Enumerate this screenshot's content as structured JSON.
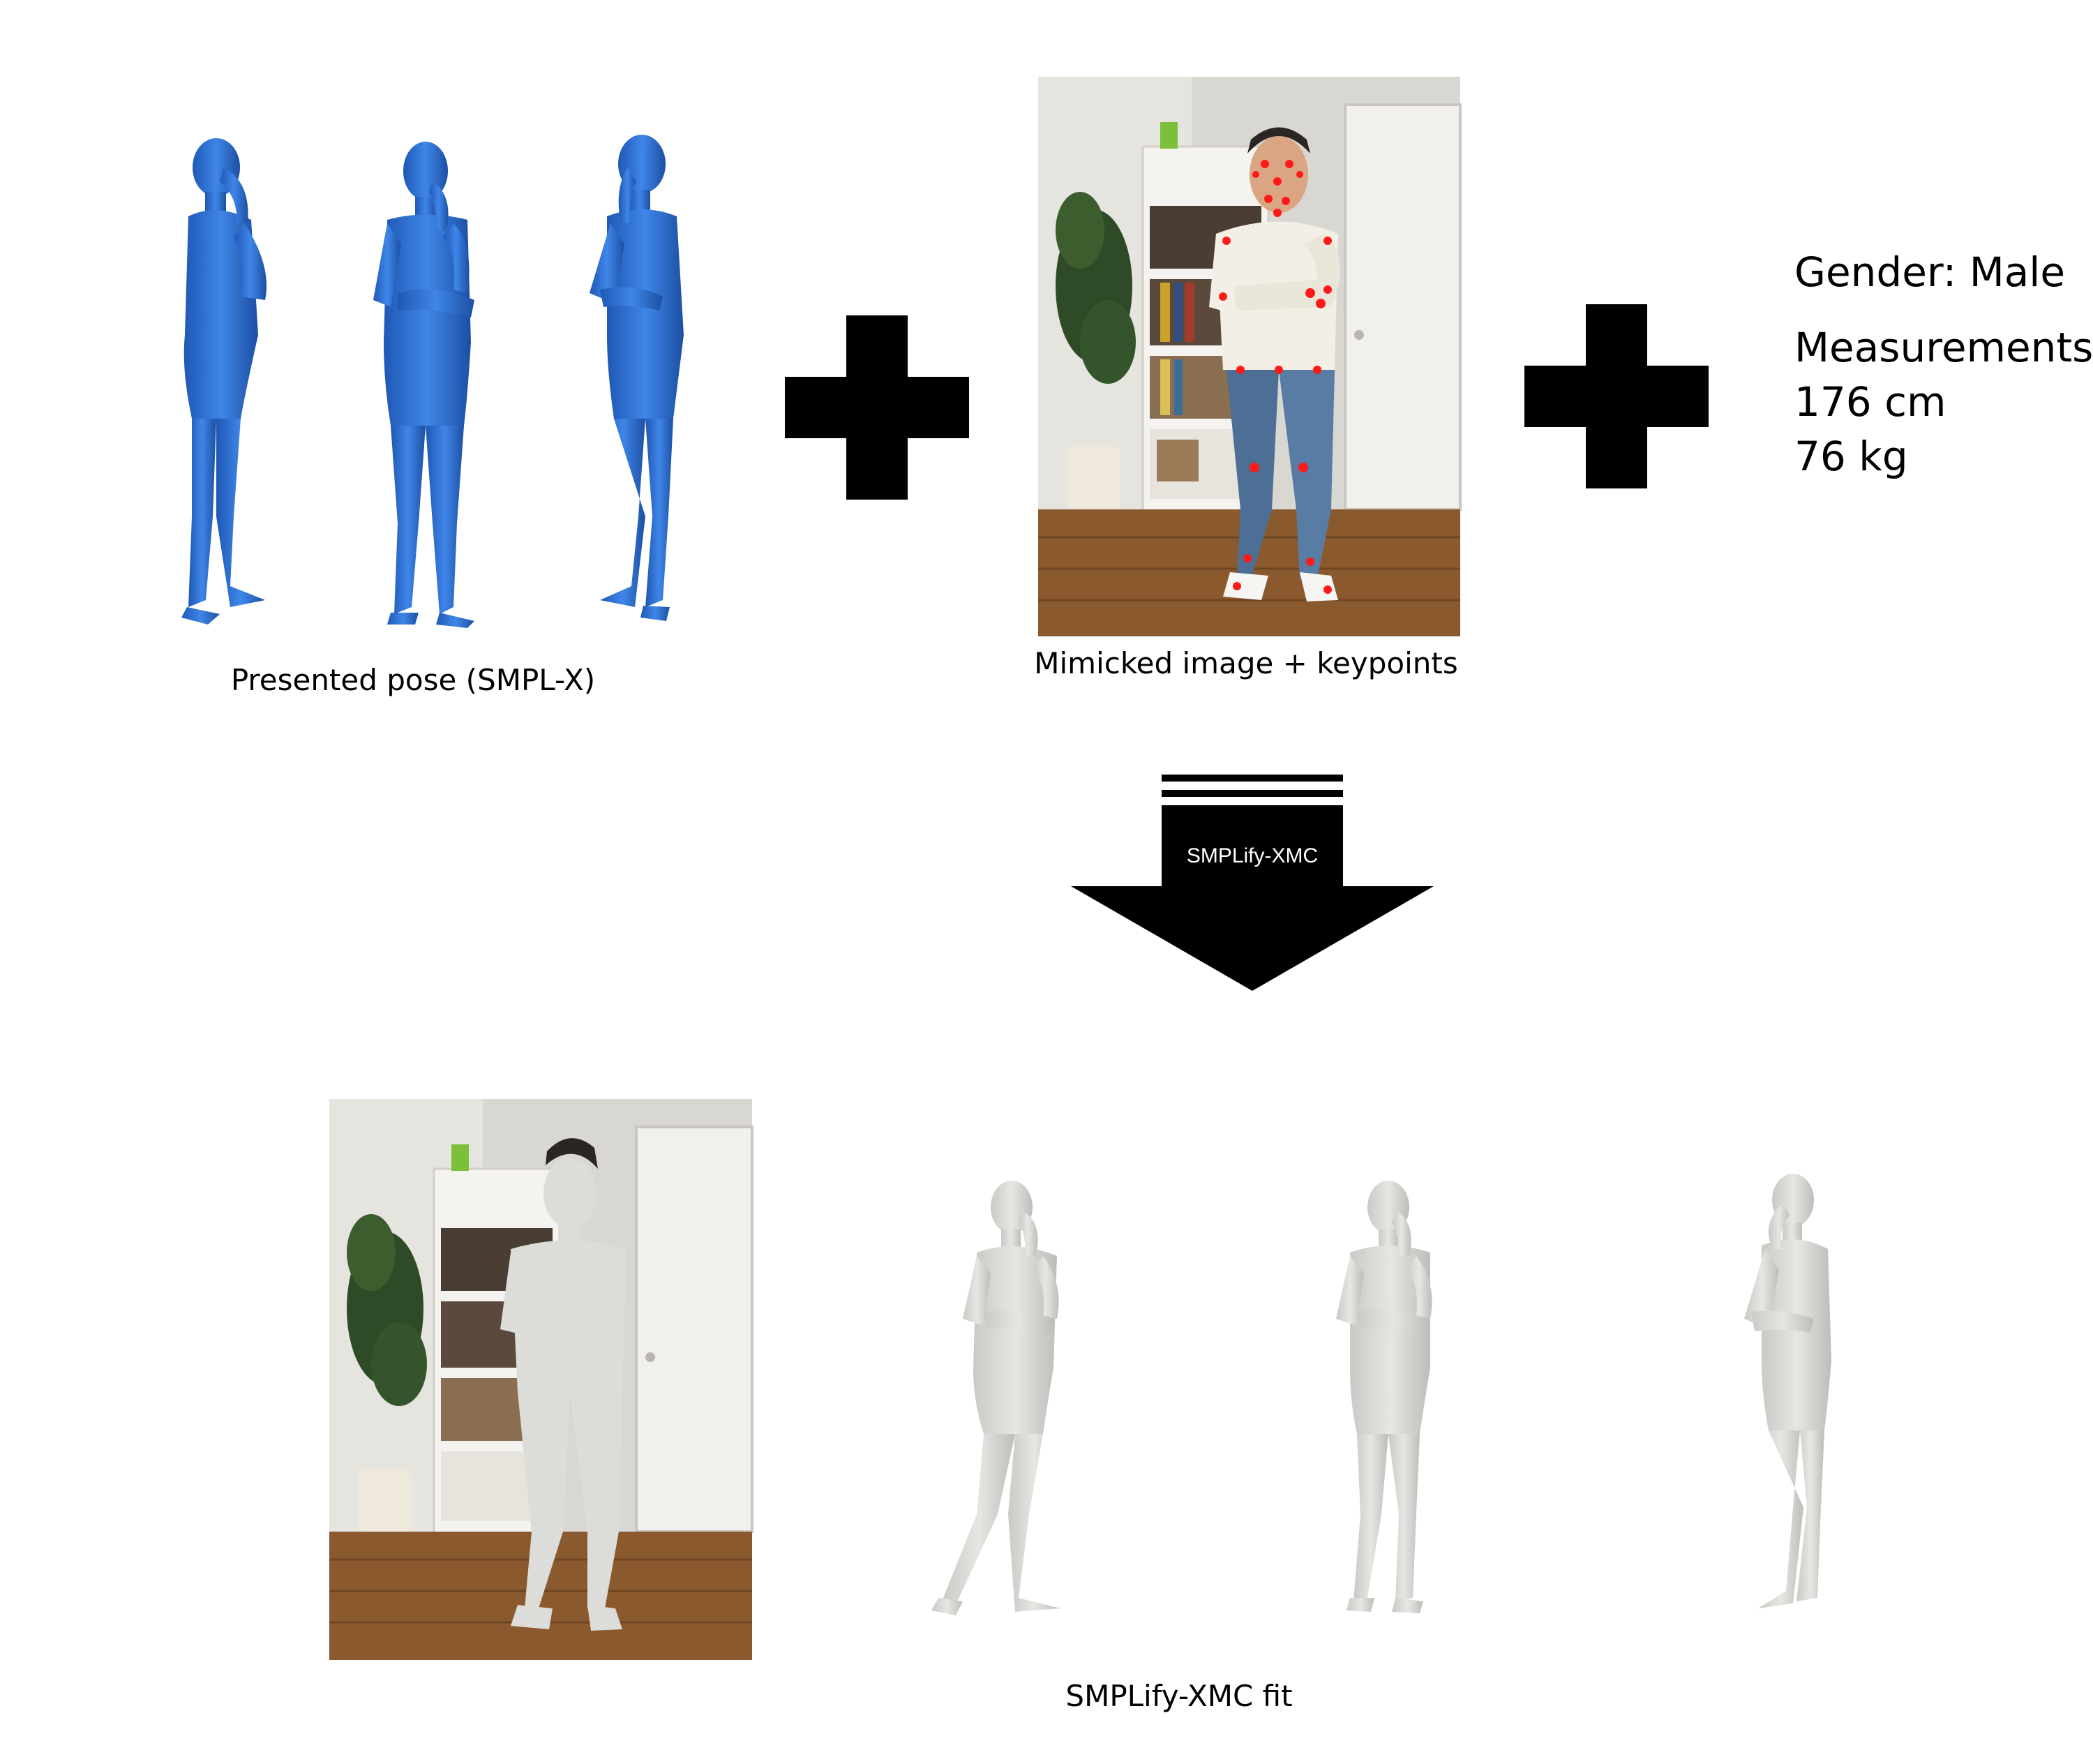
{
  "top_row": {
    "presented_pose_caption": "Presented pose (SMPL-X)",
    "mimicked_image_caption": "Mimicked image + keypoints"
  },
  "metadata": {
    "gender": "Gender: Male",
    "measurements_label": "Measurements:",
    "height": "176 cm",
    "weight": "76 kg"
  },
  "process": {
    "arrow_label": "SMPLify-XMC"
  },
  "bottom_row": {
    "fit_caption": "SMPLify-XMC fit"
  },
  "colors": {
    "smplx_body": "#2b6fd1",
    "fitted_body": "#dcdcd8",
    "keypoint": "#ff1a1a",
    "symbol": "#000000"
  }
}
